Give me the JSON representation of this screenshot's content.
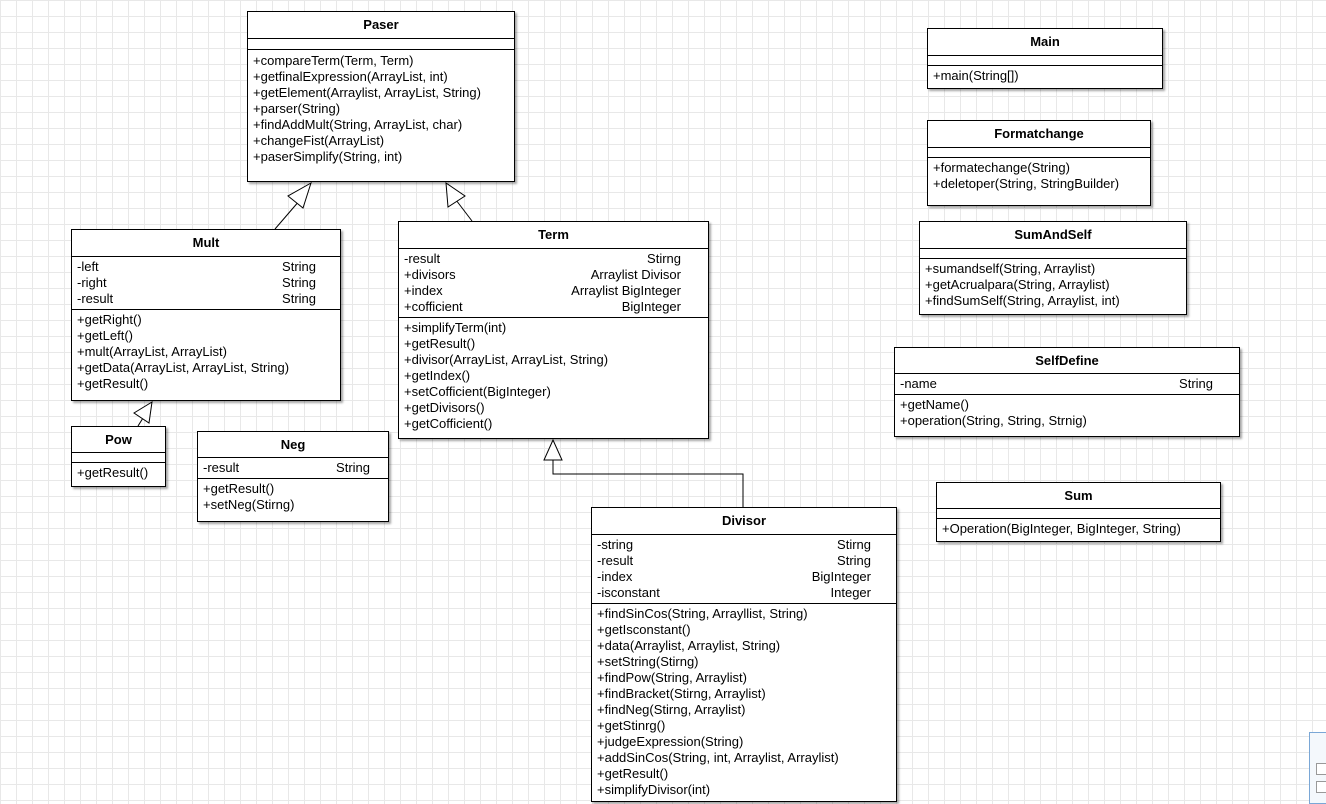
{
  "classes": {
    "paser": {
      "name": "Paser",
      "attributes": [],
      "methods": [
        "+compareTerm(Term, Term)",
        "+getfinalExpression(ArrayList, int)",
        "+getElement(Arraylist, ArrayList, String)",
        "+parser(String)",
        "+findAddMult(String, ArrayList, char)",
        "+changeFist(ArrayList)",
        "+paserSimplify(String, int)"
      ]
    },
    "main": {
      "name": "Main",
      "attributes": [],
      "methods": [
        "+main(String[])"
      ]
    },
    "formatchange": {
      "name": "Formatchange",
      "attributes": [],
      "methods": [
        "+formatechange(String)",
        "+deletoper(String, StringBuilder)"
      ]
    },
    "sumandself": {
      "name": "SumAndSelf",
      "attributes": [],
      "methods": [
        "+sumandself(String, Arraylist)",
        "+getAcrualpara(String, Arraylist)",
        "+findSumSelf(String, Arraylist, int)"
      ]
    },
    "selfdefine": {
      "name": "SelfDefine",
      "attributes": [
        {
          "name": "-name",
          "type": "String"
        }
      ],
      "methods": [
        "+getName()",
        "+operation(String, String, Strnig)"
      ]
    },
    "sum": {
      "name": "Sum",
      "attributes": [],
      "methods": [
        "+Operation(BigInteger, BigInteger, String)"
      ]
    },
    "mult": {
      "name": "Mult",
      "attributes": [
        {
          "name": "-left",
          "type": "String"
        },
        {
          "name": "-right",
          "type": "String"
        },
        {
          "name": "-result",
          "type": "String"
        }
      ],
      "methods": [
        "+getRight()",
        "+getLeft()",
        "+mult(ArrayList, ArrayList)",
        "+getData(ArrayList, ArrayList, String)",
        "+getResult()"
      ]
    },
    "term": {
      "name": "Term",
      "attributes": [
        {
          "name": "-result",
          "type": "Stirng"
        },
        {
          "name": "+divisors",
          "type": "Arraylist Divisor"
        },
        {
          "name": "+index",
          "type": "Arraylist BigInteger"
        },
        {
          "name": "+cofficient",
          "type": "BigInteger"
        }
      ],
      "methods": [
        "+simplifyTerm(int)",
        "+getResult()",
        "+divisor(ArrayList, ArrayList, String)",
        "+getIndex()",
        "+setCofficient(BigInteger)",
        "+getDivisors()",
        "+getCofficient()"
      ]
    },
    "pow": {
      "name": "Pow",
      "attributes": [],
      "methods": [
        "+getResult()"
      ]
    },
    "neg": {
      "name": "Neg",
      "attributes": [
        {
          "name": "-result",
          "type": "String"
        }
      ],
      "methods": [
        "+getResult()",
        "+setNeg(Stirng)"
      ]
    },
    "divisor": {
      "name": "Divisor",
      "attributes": [
        {
          "name": "-string",
          "type": "Stirng"
        },
        {
          "name": "-result",
          "type": "String"
        },
        {
          "name": "-index",
          "type": "BigInteger"
        },
        {
          "name": "-isconstant",
          "type": "Integer"
        }
      ],
      "methods": [
        "+findSinCos(String, Arrayllist, String)",
        "+getIsconstant()",
        "+data(Arraylist, Arraylist, String)",
        "+setString(Stirng)",
        "+findPow(String, Arraylist)",
        "+findBracket(Stirng, Arraylist)",
        "+findNeg(Stirng, Arraylist)",
        "+getStinrg()",
        "+judgeExpression(String)",
        "+addSinCos(String, int, Arraylist, Arraylist)",
        "+getResult()",
        "+simplifyDivisor(int)"
      ]
    }
  }
}
